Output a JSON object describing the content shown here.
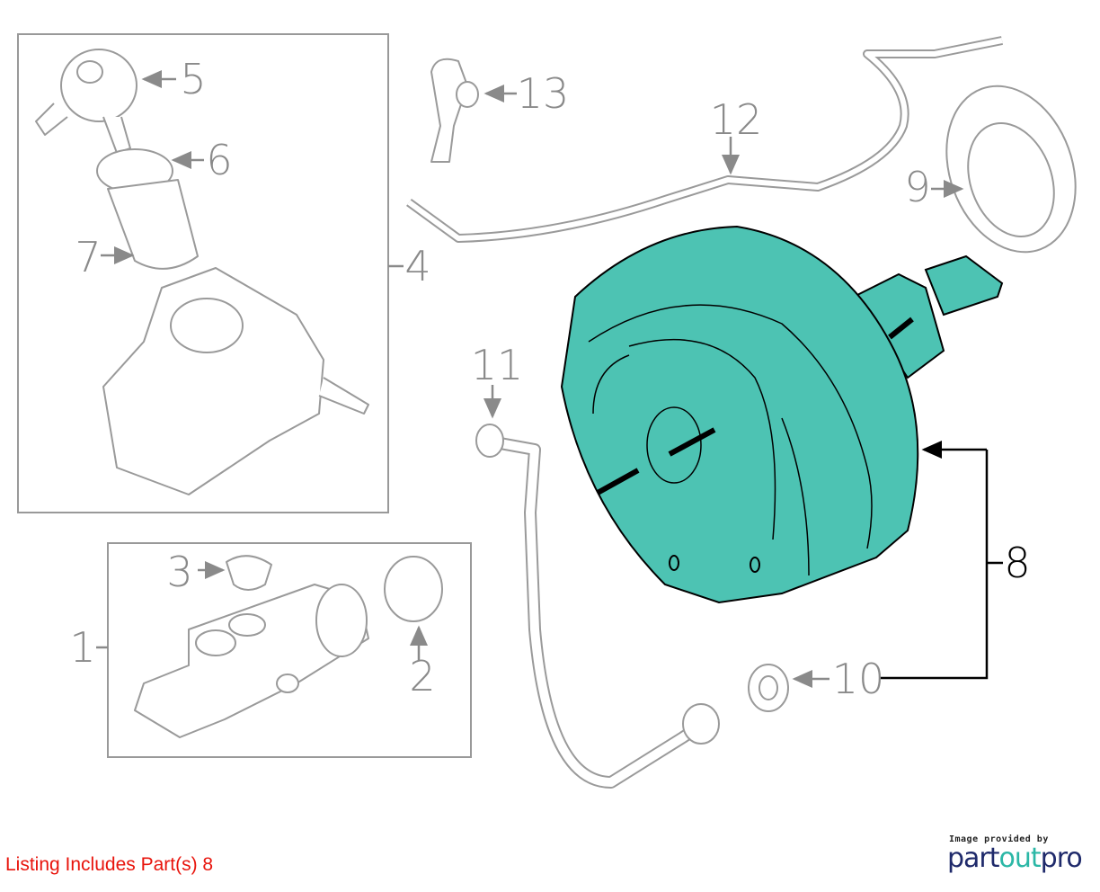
{
  "callouts": {
    "n1": "1",
    "n2": "2",
    "n3": "3",
    "n4": "4",
    "n5": "5",
    "n6": "6",
    "n7": "7",
    "n8": "8",
    "n9": "9",
    "n10": "10",
    "n11": "11",
    "n12": "12",
    "n13": "13"
  },
  "selected_part": "8",
  "footer": {
    "listing_text": "Listing Includes Part(s) 8"
  },
  "logo": {
    "caption": "Image provided by",
    "part": "part",
    "out": "out",
    "pro": "pro"
  },
  "colors": {
    "highlight": "#4dc3b3",
    "line_gray": "#9a9a9a",
    "footer_red": "#e8140c",
    "logo_navy": "#1f2a6b",
    "logo_teal": "#2bb7a6"
  }
}
